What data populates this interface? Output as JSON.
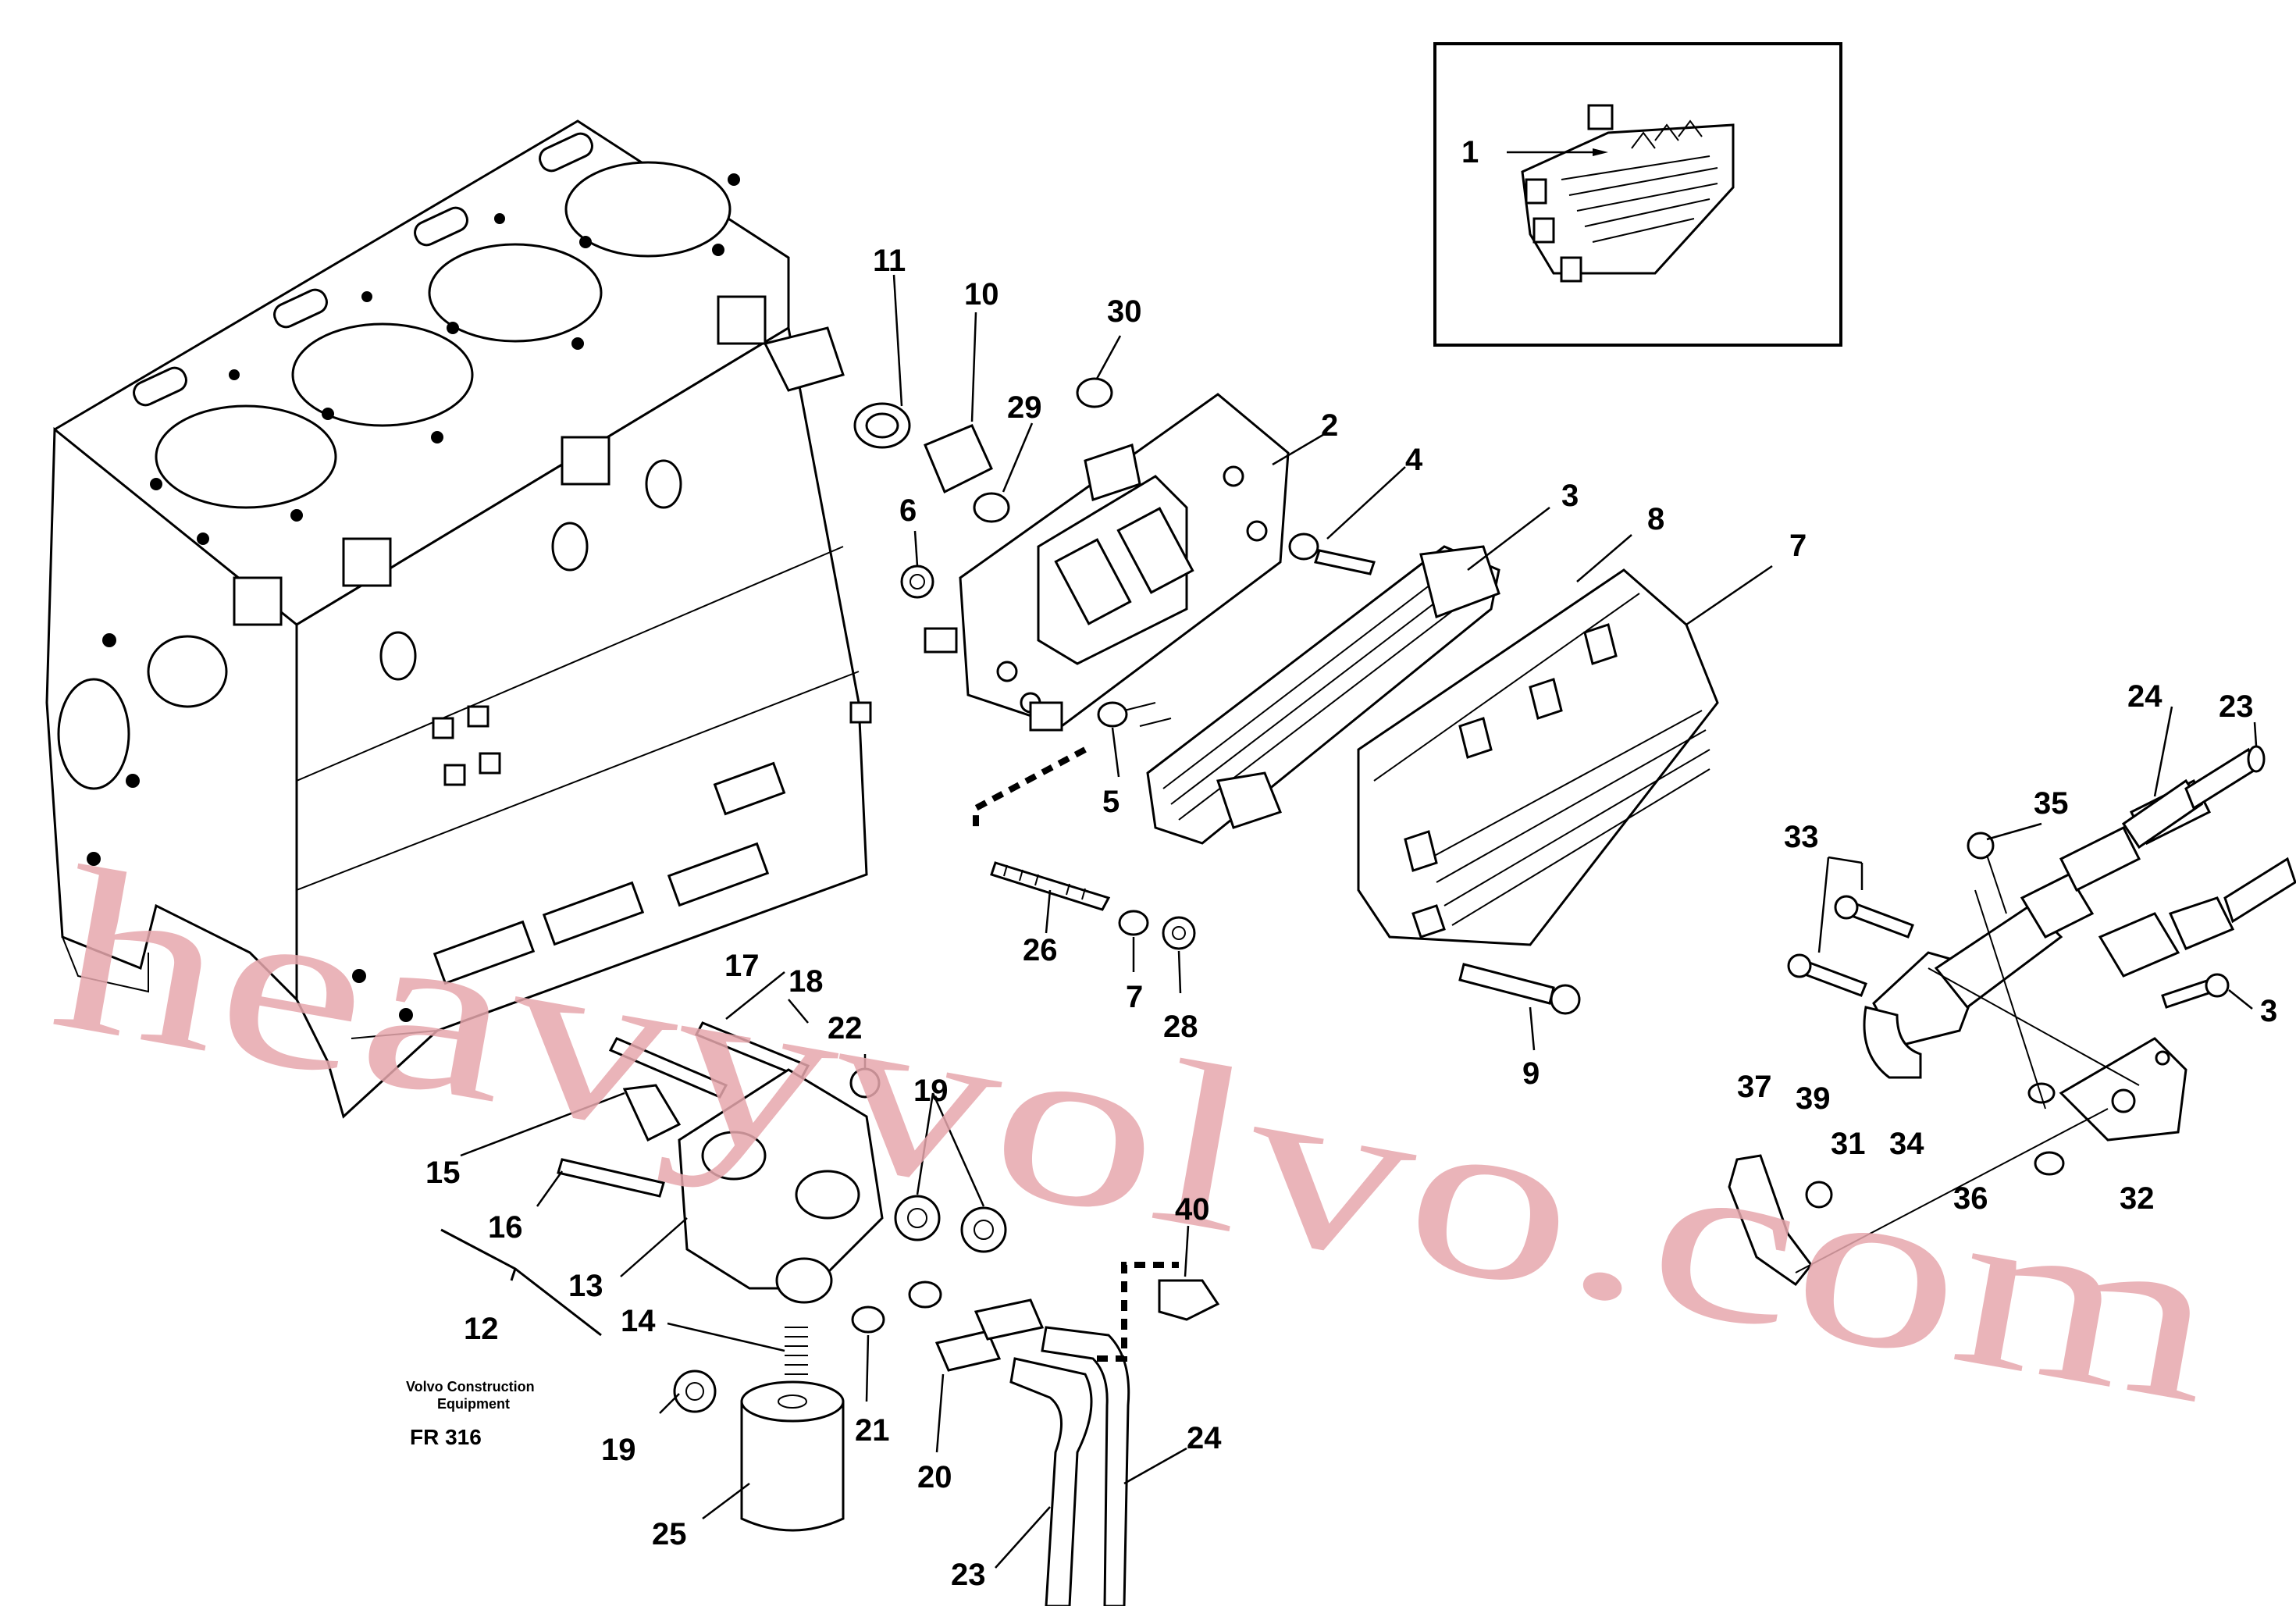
{
  "figure": {
    "watermark": "heavyvolvo.com",
    "caption_line1": "Volvo Construction",
    "caption_line2": "Equipment",
    "figure_code": "FR 316"
  },
  "callouts": [
    {
      "id": "c1",
      "text": "1"
    },
    {
      "id": "c2",
      "text": "2"
    },
    {
      "id": "c3",
      "text": "3"
    },
    {
      "id": "c3b",
      "text": "3"
    },
    {
      "id": "c4",
      "text": "4"
    },
    {
      "id": "c5",
      "text": "5"
    },
    {
      "id": "c6",
      "text": "6"
    },
    {
      "id": "c7",
      "text": "7"
    },
    {
      "id": "c7b",
      "text": "7"
    },
    {
      "id": "c8",
      "text": "8"
    },
    {
      "id": "c9",
      "text": "9"
    },
    {
      "id": "c10",
      "text": "10"
    },
    {
      "id": "c11",
      "text": "11"
    },
    {
      "id": "c12",
      "text": "12"
    },
    {
      "id": "c13",
      "text": "13"
    },
    {
      "id": "c14",
      "text": "14"
    },
    {
      "id": "c15",
      "text": "15"
    },
    {
      "id": "c16",
      "text": "16"
    },
    {
      "id": "c17",
      "text": "17"
    },
    {
      "id": "c18",
      "text": "18"
    },
    {
      "id": "c19",
      "text": "19"
    },
    {
      "id": "c19b",
      "text": "19"
    },
    {
      "id": "c20",
      "text": "20"
    },
    {
      "id": "c21",
      "text": "21"
    },
    {
      "id": "c22",
      "text": "22"
    },
    {
      "id": "c23",
      "text": "23"
    },
    {
      "id": "c23b",
      "text": "23"
    },
    {
      "id": "c24",
      "text": "24"
    },
    {
      "id": "c24b",
      "text": "24"
    },
    {
      "id": "c25",
      "text": "25"
    },
    {
      "id": "c26",
      "text": "26"
    },
    {
      "id": "c28",
      "text": "28"
    },
    {
      "id": "c29",
      "text": "29"
    },
    {
      "id": "c30",
      "text": "30"
    },
    {
      "id": "c31",
      "text": "31"
    },
    {
      "id": "c32",
      "text": "32"
    },
    {
      "id": "c33",
      "text": "33"
    },
    {
      "id": "c34",
      "text": "34"
    },
    {
      "id": "c35",
      "text": "35"
    },
    {
      "id": "c36",
      "text": "36"
    },
    {
      "id": "c37",
      "text": "37"
    },
    {
      "id": "c39",
      "text": "39"
    },
    {
      "id": "c40",
      "text": "40"
    }
  ]
}
